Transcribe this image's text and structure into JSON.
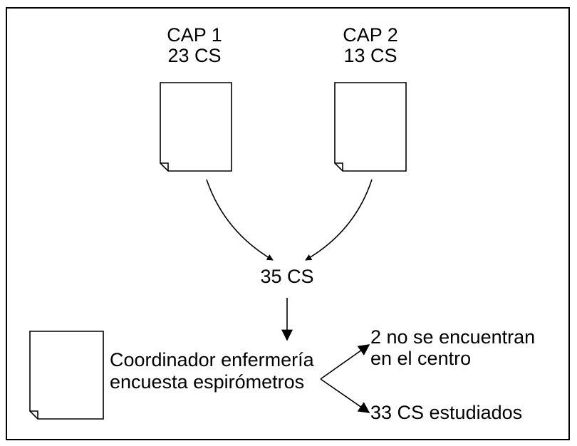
{
  "diagram": {
    "sources": [
      {
        "line1": "CAP 1",
        "line2": "23 CS"
      },
      {
        "line1": "CAP 2",
        "line2": "13 CS"
      }
    ],
    "merge_label": "35 CS",
    "process": {
      "line1": "Coordinador enfermería",
      "line2": "encuesta espirómetros"
    },
    "outcomes": [
      {
        "line1": "2 no se encuentran",
        "line2": "en el centro"
      },
      {
        "line1": "33 CS estudiados"
      }
    ],
    "colors": {
      "stroke": "#000000",
      "background": "#ffffff"
    }
  }
}
